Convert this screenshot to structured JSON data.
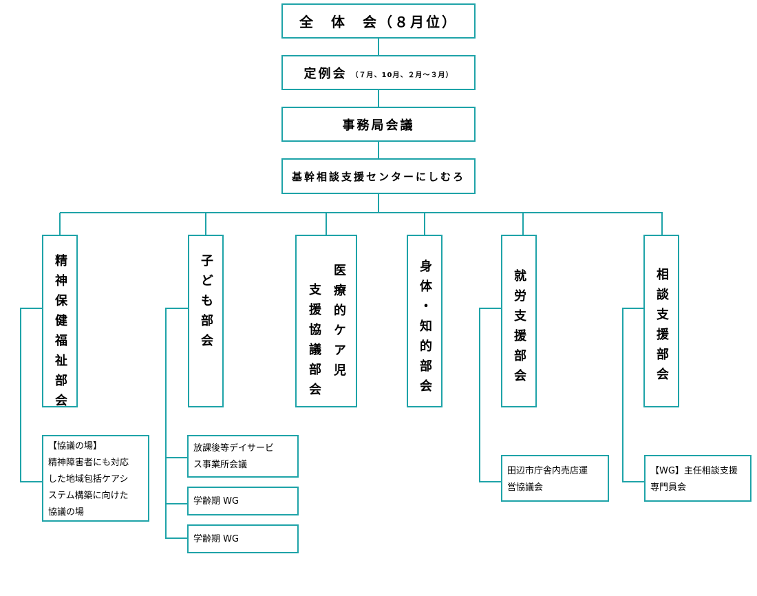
{
  "top": {
    "plenary": "全　体　会（８月位）",
    "regular_main": "定例会",
    "regular_schedule": "（７月、10月、２月～３月）",
    "secretariat": "事務局会議",
    "center": "基幹相談支援センターにしむろ"
  },
  "subcommittees": [
    {
      "id": "mental",
      "cols": [
        "精神保健福祉部会"
      ]
    },
    {
      "id": "child",
      "cols": [
        "子ども部会"
      ]
    },
    {
      "id": "medical",
      "cols": [
        "医療的ケア児",
        "支援協議部会"
      ]
    },
    {
      "id": "physical",
      "cols": [
        "身体・知的部会"
      ]
    },
    {
      "id": "employment",
      "cols": [
        "就労支援部会"
      ]
    },
    {
      "id": "consultation",
      "cols": [
        "相談支援部会"
      ]
    }
  ],
  "notes": {
    "mental": [
      "【協議の場】",
      "精神障害者にも対応",
      "した地域包括ケアシ",
      "ステム構築に向けた",
      "協議の場"
    ],
    "child": [
      [
        "放課後等デイサービ",
        "ス事業所会議"
      ],
      [
        "学齢期 WG"
      ],
      [
        "学齢期 WG"
      ]
    ],
    "employment": [
      "田辺市庁舎内売店運",
      "営協議会"
    ],
    "consultation": [
      "【WG】主任相談支援",
      "専門員会"
    ]
  },
  "colors": {
    "line": "#1ea3a8",
    "text": "#000000"
  }
}
